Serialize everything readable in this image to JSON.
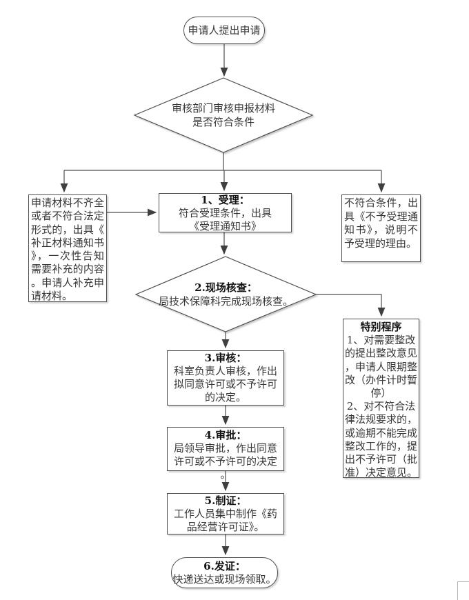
{
  "colors": {
    "line": "#4d4d4d",
    "arrow_fill": "#3f3f3f",
    "node_border": "#4d4d4d",
    "node_fill": "#ffffff",
    "text": "#363636",
    "title_text": "#111111",
    "shadow": "#c8c8c8",
    "page_edge": "#b3b3b3"
  },
  "flowchart": {
    "start": {
      "label": "申请人提出申请"
    },
    "decision_review": {
      "line1": "审核部门审核申报材料",
      "line2": "是否符合条件"
    },
    "supplement_box": {
      "text": "申请材料不齐全或者不符合法定形式的，出具《补正材料通知书》，一次性告知需要补充的内容。申请人补充申请材料。"
    },
    "accept_box": {
      "title": "1、受理：",
      "body_line1": "符合受理条件，出具",
      "body_line2": "《受理通知书》"
    },
    "reject_box": {
      "text": "不符合条件，出具《不予受理通知书》，说明不予受理的理由。"
    },
    "decision_site_check": {
      "title": "2.现场核查：",
      "body": "局技术保障科完成现场核查。"
    },
    "special_box": {
      "title": "特别程序",
      "item1": "1、对需要整改的提出整改意见，申请人限期整改（办件计时暂停）",
      "item2": "2、对不符合法律法规要求的，或逾期不能完成整改工作的，提出不予许可（批准）决定意见。"
    },
    "review_box": {
      "title": "3.审核：",
      "body": "科室负责人审核，作出拟同意许可或不予许可的决定。"
    },
    "approve_box": {
      "title": "4.审批：",
      "body": "局领导审批，作出同意许可或不予许可的决定。"
    },
    "cert_box": {
      "title": "5.制证：",
      "body": "工作人员集中制作《药品经营许可证》。"
    },
    "end": {
      "title": "6.发证：",
      "body": "快递送达或现场领取。"
    }
  }
}
